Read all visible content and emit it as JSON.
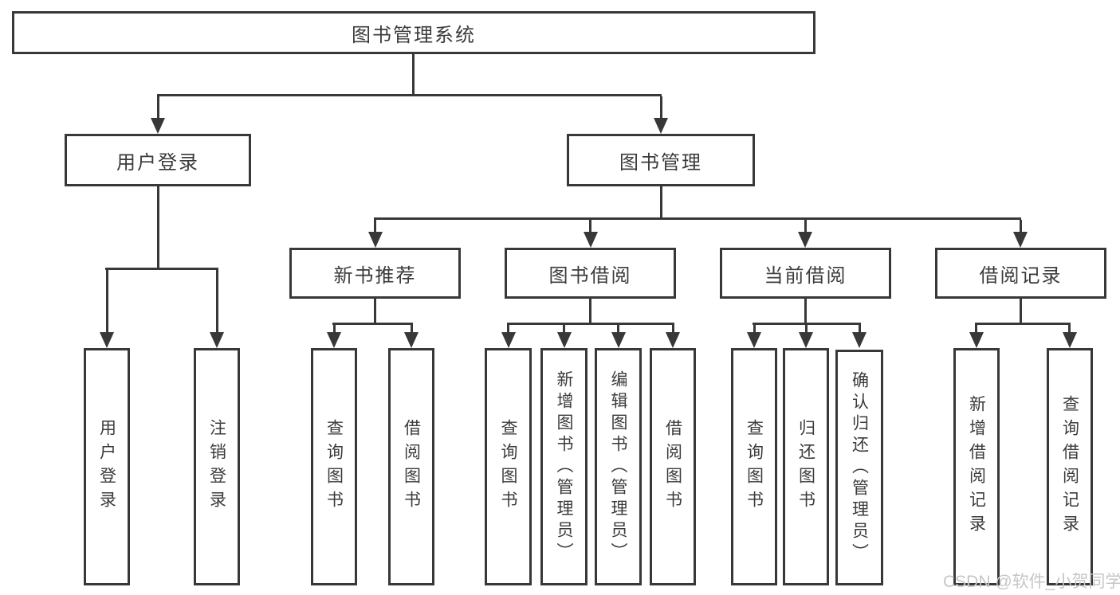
{
  "nodes": {
    "root": "图书管理系统",
    "user_login": "用户登录",
    "book_mgmt": "图书管理",
    "new_books": "新书推荐",
    "book_borrow": "图书借阅",
    "current_borrow": "当前借阅",
    "borrow_records": "借阅记录",
    "user_login_children": [
      "用户登录",
      "注销登录"
    ],
    "new_books_children": [
      "查询图书",
      "借阅图书"
    ],
    "book_borrow_children": [
      "查询图书",
      "新增图书（管理员）",
      "编辑图书（管理员）",
      "借阅图书"
    ],
    "current_borrow_children": [
      "查询图书",
      "归还图书",
      "确认归还（管理员）"
    ],
    "borrow_records_children": [
      "新增借阅记录",
      "查询借阅记录"
    ]
  },
  "watermark": "CSDN @软件_小贺同学",
  "colors": {
    "line": "#383838",
    "text": "#3b3b3b",
    "watermark": "#c6c6c6",
    "background": "#ffffff"
  }
}
